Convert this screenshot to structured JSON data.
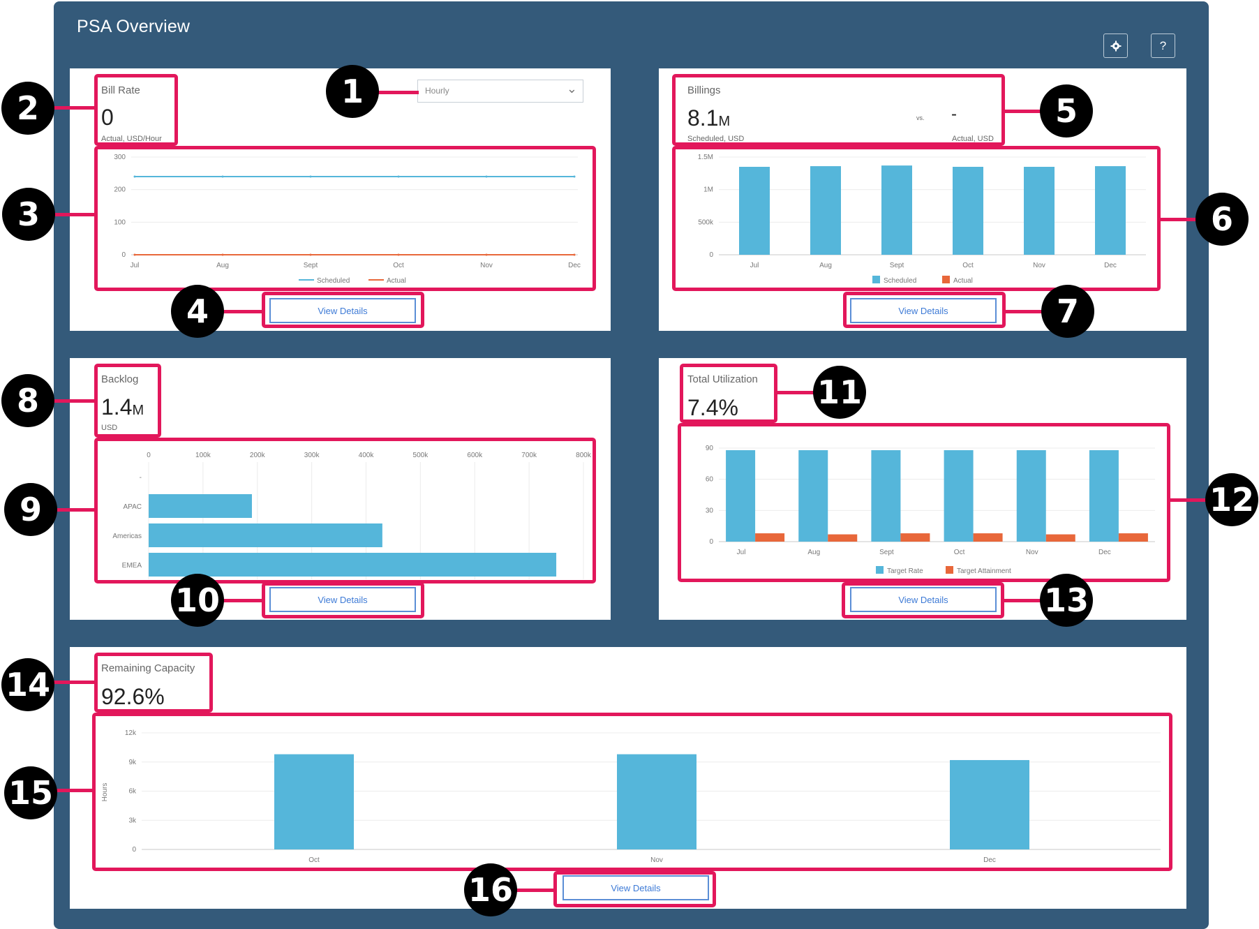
{
  "header": {
    "title": "PSA Overview",
    "settings_icon": "gear-icon",
    "help_label": "?"
  },
  "bill_rate": {
    "label": "Bill Rate",
    "value": "0",
    "caption": "Actual, USD/Hour",
    "dropdown": "Hourly",
    "button": "View Details"
  },
  "billings": {
    "label": "Billings",
    "value": "8.1",
    "unit": "M",
    "vs": "vs.",
    "actual_value": "-",
    "caption_left": "Scheduled, USD",
    "caption_right": "Actual, USD",
    "button": "View Details"
  },
  "backlog": {
    "label": "Backlog",
    "value": "1.4",
    "unit": "M",
    "caption": "USD",
    "button": "View Details"
  },
  "utilization": {
    "label": "Total Utilization",
    "value": "7.4%",
    "button": "View Details"
  },
  "capacity": {
    "label": "Remaining Capacity",
    "value": "92.6%",
    "button": "View Details"
  },
  "callouts": [
    "1",
    "2",
    "3",
    "4",
    "5",
    "6",
    "7",
    "8",
    "9",
    "10",
    "11",
    "12",
    "13",
    "14",
    "15",
    "16"
  ],
  "colors": {
    "frame": "#345a7a",
    "blue": "#55b6da",
    "orange": "#e8673a",
    "highlight": "#e2175b",
    "button": "#3d7ad6"
  },
  "chart_data": [
    {
      "id": "bill_rate",
      "type": "line",
      "categories": [
        "Jul",
        "Aug",
        "Sept",
        "Oct",
        "Nov",
        "Dec"
      ],
      "series": [
        {
          "name": "Scheduled",
          "values": [
            240,
            240,
            240,
            240,
            240,
            240
          ]
        },
        {
          "name": "Actual",
          "values": [
            0,
            0,
            0,
            0,
            0,
            0
          ]
        }
      ],
      "yticks": [
        "0",
        "100",
        "200",
        "300"
      ],
      "ylim": [
        0,
        300
      ],
      "legend": "bottom"
    },
    {
      "id": "billings",
      "type": "bar",
      "categories": [
        "Jul",
        "Aug",
        "Sept",
        "Oct",
        "Nov",
        "Dec"
      ],
      "series": [
        {
          "name": "Scheduled",
          "values": [
            1350000,
            1360000,
            1370000,
            1350000,
            1350000,
            1360000
          ]
        },
        {
          "name": "Actual",
          "values": [
            0,
            0,
            0,
            0,
            0,
            0
          ]
        }
      ],
      "yticks": [
        "0",
        "500k",
        "1M",
        "1.5M"
      ],
      "ylim": [
        0,
        1500000
      ],
      "legend": "bottom"
    },
    {
      "id": "backlog",
      "type": "bar",
      "orientation": "horizontal",
      "categories": [
        "-",
        "APAC",
        "Americas",
        "EMEA"
      ],
      "values": [
        0,
        190000,
        430000,
        750000
      ],
      "xticks": [
        "0",
        "100k",
        "200k",
        "300k",
        "400k",
        "500k",
        "600k",
        "700k",
        "800k"
      ],
      "xlim": [
        0,
        800000
      ]
    },
    {
      "id": "utilization",
      "type": "bar",
      "categories": [
        "Jul",
        "Aug",
        "Sept",
        "Oct",
        "Nov",
        "Dec"
      ],
      "series": [
        {
          "name": "Target Rate",
          "values": [
            88,
            88,
            88,
            88,
            88,
            88
          ]
        },
        {
          "name": "Target Attainment",
          "values": [
            8,
            7,
            8,
            8,
            7,
            8
          ]
        }
      ],
      "yticks": [
        "0",
        "30",
        "60",
        "90"
      ],
      "ylim": [
        0,
        90
      ],
      "legend": "bottom"
    },
    {
      "id": "capacity",
      "type": "bar",
      "categories": [
        "Oct",
        "Nov",
        "Dec"
      ],
      "values": [
        9800,
        9800,
        9200
      ],
      "yticks": [
        "0",
        "3k",
        "6k",
        "9k",
        "12k"
      ],
      "ylim": [
        0,
        12000
      ],
      "ylabel": "Hours"
    }
  ]
}
